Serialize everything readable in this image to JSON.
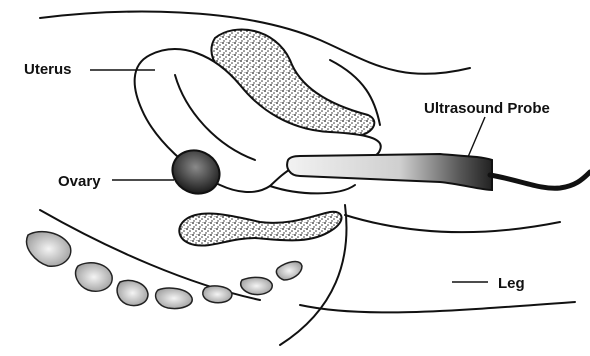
{
  "labels": {
    "uterus": "Uterus",
    "ovary": "Ovary",
    "probe": "Ultrasound Probe",
    "leg": "Leg"
  },
  "colors": {
    "ink": "#111111",
    "background": "#ffffff"
  }
}
